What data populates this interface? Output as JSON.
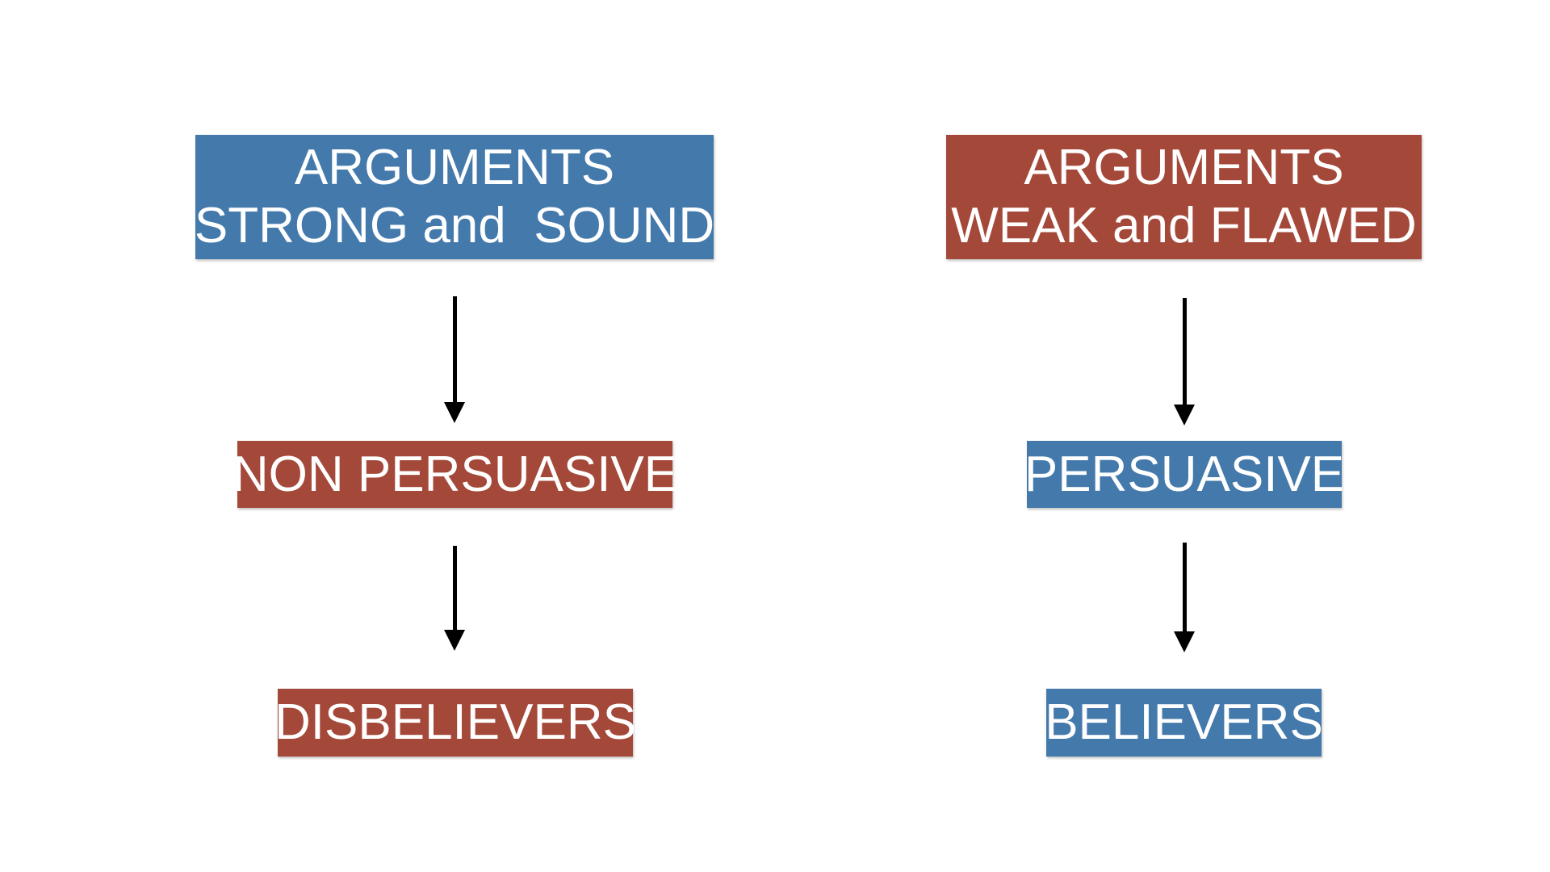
{
  "left": {
    "top": {
      "line1": "ARGUMENTS",
      "line2": "STRONG and  SOUND"
    },
    "middle": "NON PERSUASIVE",
    "bottom": "DISBELIEVERS"
  },
  "right": {
    "top": {
      "line1": "ARGUMENTS",
      "line2": "WEAK and FLAWED"
    },
    "middle": "PERSUASIVE",
    "bottom": "BELIEVERS"
  },
  "colors": {
    "blue": "#4479ab",
    "red": "#a4493a"
  }
}
